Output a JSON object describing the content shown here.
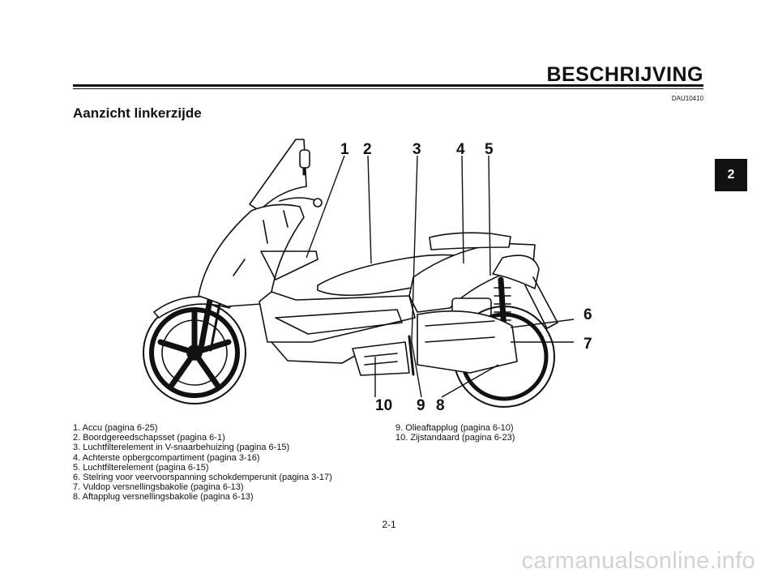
{
  "header": {
    "section_title": "BESCHRIJVING",
    "doc_code": "DAU10410"
  },
  "subtitle": "Aanzicht linkerzijde",
  "chapter_tab": "2",
  "callouts": [
    "1",
    "2",
    "3",
    "4",
    "5",
    "6",
    "7",
    "8",
    "9",
    "10"
  ],
  "legend_left": [
    "1. Accu (pagina 6-25)",
    "2. Boordgereedschapsset (pagina 6-1)",
    "3. Luchtfilterelement in V-snaarbehuizing (pagina 6-15)",
    "4. Achterste opbergcompartiment (pagina 3-16)",
    "5. Luchtfilterelement (pagina 6-15)",
    "6. Stelring voor veervoorspanning schokdemperunit (pagina 3-17)",
    "7. Vuldop versnellingsbakolie (pagina 6-13)",
    "8. Aftapplug versnellingsbakolie (pagina 6-13)"
  ],
  "legend_right": [
    "9. Olieaftapplug (pagina 6-10)",
    "10. Zijstandaard (pagina 6-23)"
  ],
  "page_number": "2-1",
  "watermark": "carmanualsonline.info"
}
